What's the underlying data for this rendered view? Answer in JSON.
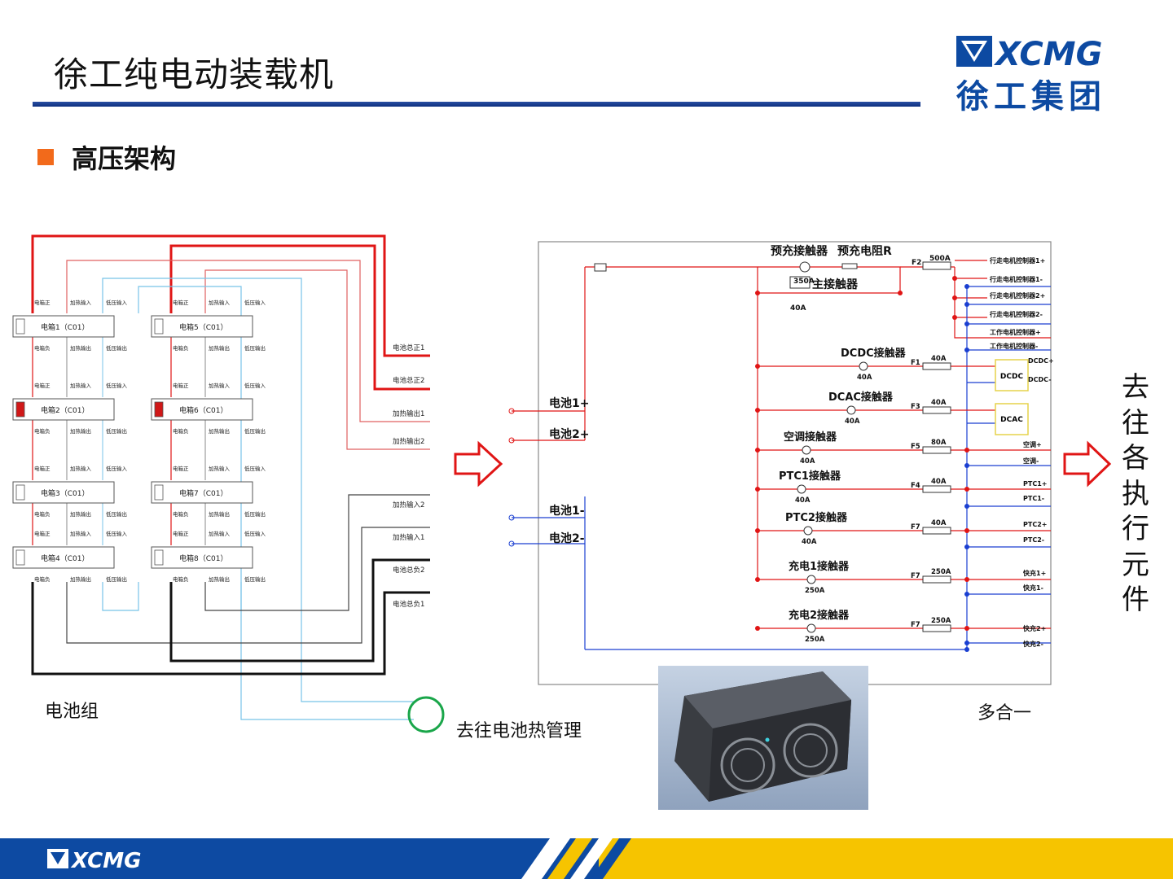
{
  "title": "徐工纯电动装载机",
  "section_title": "高压架构",
  "logo": {
    "latin": "XCMG",
    "chinese": "徐工集团"
  },
  "labels": {
    "battery_group": "电池组",
    "to_thermal": "去往电池热管理",
    "multi_in_one": "多合一",
    "to_actuators": [
      "去",
      "往",
      "各",
      "执",
      "行",
      "元",
      "件"
    ]
  },
  "battery_boxes": {
    "left": [
      "电箱1（C01）",
      "电箱2（C01）",
      "电箱3（C01）",
      "电箱4（C01）"
    ],
    "right": [
      "电箱5（C01）",
      "电箱6（C01）",
      "电箱7（C01）",
      "电箱8（C01）"
    ],
    "pin_top": [
      "电箱正",
      "加热输入",
      "低压输入"
    ],
    "pin_bottom": [
      "电箱负",
      "加热输出",
      "低压输出"
    ]
  },
  "battery_outputs": [
    "电池总正1",
    "电池总正2",
    "加热输出1",
    "加热输出2",
    "加热输入2",
    "加热输入1",
    "电池总负2",
    "电池总负1"
  ],
  "pdu": {
    "precharge": "预充接触器",
    "precharge_res": "预充电阻R",
    "main_contactor": "主接触器",
    "main_a": "350A",
    "main_b": "40A",
    "fuse_main": "F2",
    "fuse_main_a": "500A",
    "inputs_pos": [
      "电池1+",
      "电池2+"
    ],
    "inputs_neg": [
      "电池1-",
      "电池2-"
    ],
    "top_outputs": [
      "行走电机控制器1+",
      "行走电机控制器1-",
      "行走电机控制器2+",
      "行走电机控制器2-",
      "工作电机控制器+",
      "工作电机控制器-"
    ],
    "branches": [
      {
        "name": "DCDC接触器",
        "rating": "40A",
        "fuse": "F1",
        "fuse_a": "40A"
      },
      {
        "name": "DCAC接触器",
        "rating": "40A",
        "fuse": "F3",
        "fuse_a": "40A"
      },
      {
        "name": "空调接触器",
        "rating": "40A",
        "fuse": "F5",
        "fuse_a": "80A"
      },
      {
        "name": "PTC1接触器",
        "rating": "40A",
        "fuse": "F4",
        "fuse_a": "40A"
      },
      {
        "name": "PTC2接触器",
        "rating": "40A",
        "fuse": "F7",
        "fuse_a": "40A"
      },
      {
        "name": "充电1接触器",
        "rating": "250A",
        "fuse": "F7",
        "fuse_a": "250A"
      },
      {
        "name": "充电2接触器",
        "rating": "250A",
        "fuse": "F7",
        "fuse_a": "250A"
      }
    ],
    "dcdc_box": "DCDC",
    "dcac_box": "DCAC",
    "right_outputs": [
      "DCDC+",
      "DCDC-",
      "空调+",
      "空调-",
      "PTC1+",
      "PTC1-",
      "PTC2+",
      "PTC2-",
      "快充1+",
      "快充1-",
      "快充2+",
      "快充2-"
    ]
  },
  "footer_logo": "XCMG",
  "colors": {
    "red": "#e01515",
    "blue": "#1a3fd1",
    "cyan": "#78c3e8",
    "green": "#1aa64a",
    "accent": "#f26a1b",
    "footer": "#0d4aa2",
    "yellow": "#f6c400"
  }
}
